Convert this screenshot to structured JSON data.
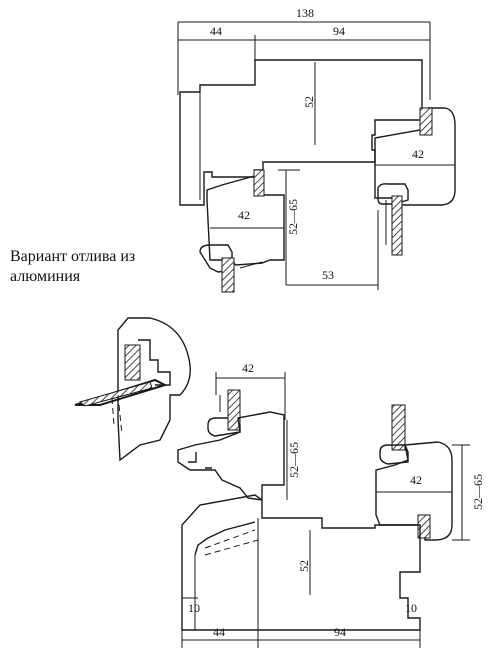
{
  "caption": {
    "line1": "Вариант отлива из",
    "line2": "алюминия"
  },
  "top_view": {
    "total_width": "138",
    "left_width": "44",
    "right_width": "94",
    "inner_height": "52",
    "sash_left_width": "42",
    "sash_right_width": "42",
    "sash_left_height": "52—65",
    "sill_offset": "53"
  },
  "bottom_view": {
    "sash_left_width": "42",
    "sash_left_height": "52—65",
    "sash_right_width": "42",
    "sash_right_height": "52—65",
    "inner_height": "52",
    "left_margin": "10",
    "right_margin": "10",
    "left_width": "44",
    "right_width": "94"
  }
}
